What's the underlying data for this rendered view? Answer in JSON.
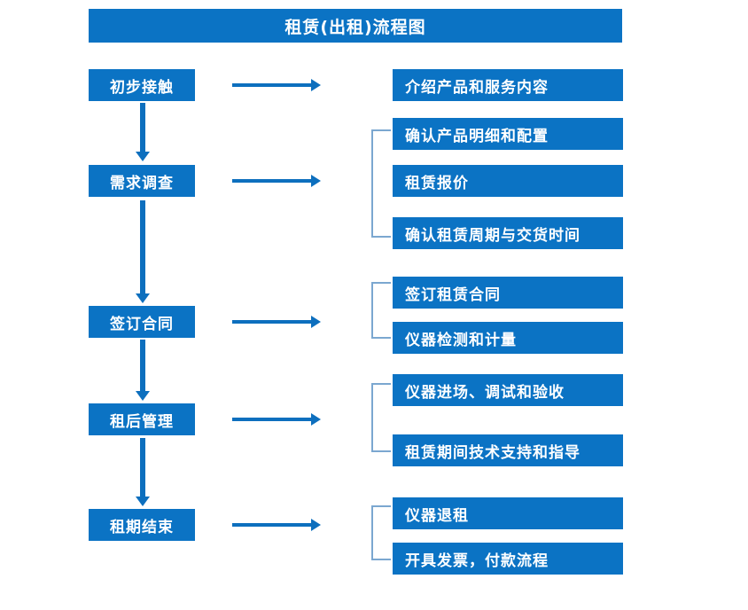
{
  "title": "租赁(出租)流程图",
  "colors": {
    "box_blue": "#0b73c4",
    "arrow_blue": "#0d6fbe",
    "bracket_blue": "#7ba7d0",
    "box_text": "#ffffff",
    "background": "#ffffff"
  },
  "stages": [
    {
      "label": "初步接触"
    },
    {
      "label": "需求调查"
    },
    {
      "label": "签订合同"
    },
    {
      "label": "租后管理"
    },
    {
      "label": "租期结束"
    }
  ],
  "details": [
    {
      "label": "介绍产品和服务内容"
    },
    {
      "label": "确认产品明细和配置"
    },
    {
      "label": "租赁报价"
    },
    {
      "label": "确认租赁周期与交货时间"
    },
    {
      "label": "签订租赁合同"
    },
    {
      "label": "仪器检测和计量"
    },
    {
      "label": "仪器进场、调试和验收"
    },
    {
      "label": "租赁期间技术支持和指导"
    },
    {
      "label": "仪器退租"
    },
    {
      "label": "开具发票，付款流程"
    }
  ]
}
